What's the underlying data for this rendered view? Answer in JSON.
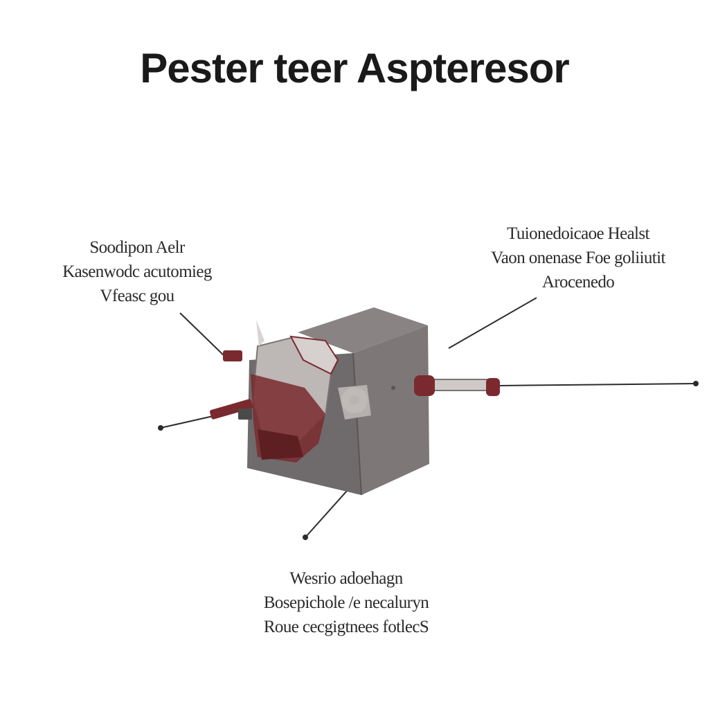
{
  "title": "Pester teer Aspteresor",
  "callouts": {
    "left": [
      "Soodipon Aelr",
      "Kasenwodc acutomieg",
      "Vfeasc gou"
    ],
    "right": [
      "Tuionedoicaoe Healst",
      "Vaon onenase Foe goliiutit",
      "Arocenedo"
    ],
    "bottom": [
      "Wesrio adoehagn",
      "Bosepichole /e necaluryn",
      "Roue cecgigtnees fotlecS"
    ]
  },
  "colors": {
    "box_front": "#6f6a6b",
    "box_side": "#7d7778",
    "box_top": "#8a8384",
    "accent_red": "#7a2a2e",
    "line": "#2b2b2b"
  }
}
